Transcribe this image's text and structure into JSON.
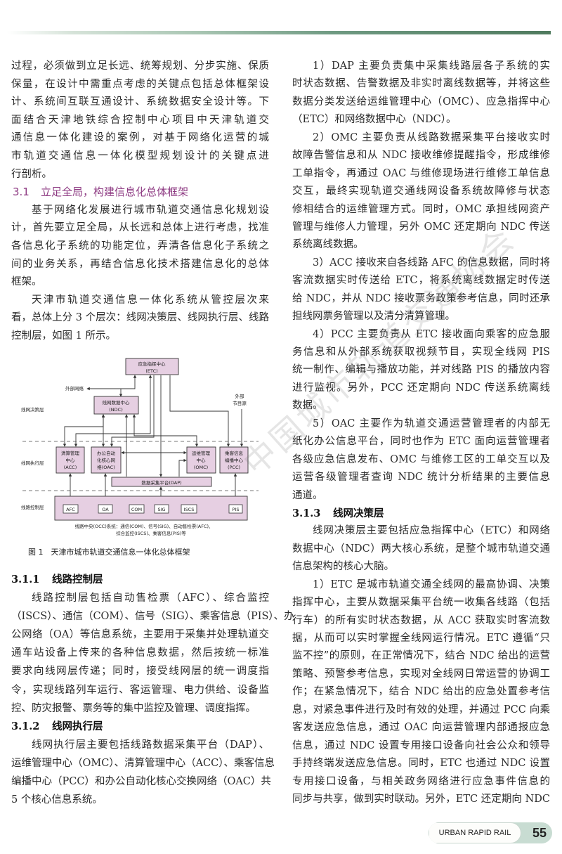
{
  "left_top": [
    {
      "type": "p",
      "indent": false,
      "lines": [
        "过程，必须做到立足长远、统筹规划、分步实施、保质",
        "保量，在设计中需重点考虑的关键点包括总体框架设",
        "计、系统间互联互通设计、系统数据安全设计等。下",
        "面结合天津地铁综合控制中心项目中天津轨道交",
        "通信息一体化建设的案例，对基于网络化运营的城",
        "市轨道交通信息一体化模型规划设计的关键点进",
        "行剖析。"
      ]
    },
    {
      "type": "h2",
      "num": "3.1",
      "title": "立足全局，构建信息化总体框架"
    },
    {
      "type": "p",
      "indent": true,
      "lines": [
        "基于网络化发展进行城市轨道交通信息化规划设",
        "计，首先要立足全局，从长远和总体上进行考虑，找准",
        "各信息化子系统的功能定位，弄清各信息化子系统之",
        "间的业务关系，再结合信息化技术搭建信息化的总体",
        "框架。"
      ]
    },
    {
      "type": "p",
      "indent": true,
      "lines": [
        "天津市轨道交通信息一体化系统从管控层次来",
        "看，总体上分 3 个层次：线网决策层、线网执行层、线路",
        "控制层，如图 1 所示。"
      ]
    }
  ],
  "figure": {
    "caption": "图 1　天津市城市轨道交通信息一体化总体框架",
    "layers": {
      "decision": "线网决策层",
      "execution": "线网执行层",
      "control": "线路控制层"
    },
    "etc": {
      "name": "应急指挥中心",
      "abbr": "(ETC)"
    },
    "ndc": {
      "name": "线网数据中心",
      "abbr": "(NDC)"
    },
    "external_network": "外部网络",
    "external_source": [
      "外部",
      "节目源"
    ],
    "acc": [
      "清算管理",
      "中心",
      "(ACC)"
    ],
    "oac": [
      "办公自动",
      "化核心网",
      "络(OAC)"
    ],
    "omc": [
      "运维管理",
      "中心",
      "(OMC)"
    ],
    "pcc": [
      "乘客信息",
      "编播中心",
      "(PCC)"
    ],
    "dap": "数据采集平台(DAP)",
    "line_systems": [
      "AFC",
      "OA",
      "COM",
      "SIG",
      "ISCS",
      "PIS"
    ],
    "note": [
      "线路中央(OCC)系统：通信(COM)、信号(SIG)、自动售检票(AFC)、",
      "综合监控(ISCS)、乘客信息(PIS)等"
    ]
  },
  "left_bottom": [
    {
      "type": "h3",
      "num": "3.1.1",
      "title": "线路控制层"
    },
    {
      "type": "p",
      "indent": true,
      "lines": [
        "线路控制层包括自动售检票（AFC）、综合监控",
        "（ISCS）、通信（COM）、信号（SIG）、乘客信息（PIS）、办",
        "公网络（OA）等信息系统，主要用于采集并处理轨道交",
        "通车站设备上传来的各种信息数据，然后按统一标准",
        "要求向线网层传递；同时，接受线网层的统一调度指",
        "令，实现线路列车运行、客运管理、电力供给、设备监",
        "控、防灾报警、票务等的集中监控及管理、调度指挥。"
      ]
    },
    {
      "type": "h3",
      "num": "3.1.2",
      "title": "线网执行层"
    },
    {
      "type": "p",
      "indent": true,
      "lines": [
        "线网执行层主要包括线路数据采集平台（DAP）、",
        "运维管理中心（OMC）、清算管理中心（ACC）、乘客信息",
        "编播中心（PCC）和办公自动化核心交换网络（OAC）共",
        "5 个核心信息系统。"
      ]
    }
  ],
  "right_col": [
    {
      "type": "p",
      "indent": true,
      "lines": [
        "1）DAP 主要负责集中采集线路层各子系统的实",
        "时状态数据、告警数据及非实时离线数据等，并将这些",
        "数据分类发送给运维管理中心（OMC）、应急指挥中心",
        "（ETC）和网络数据中心（NDC）。"
      ]
    },
    {
      "type": "p",
      "indent": true,
      "lines": [
        "2）OMC 主要负责从线路数据采集平台接收实时",
        "故障告警信息和从 NDC 接收维修提醒指令，形成维修",
        "工单指令，再通过 OAC 与维修现场进行维修工单信息",
        "交互，最终实现轨道交通线网设备系统故障修与状态",
        "修相结合的运维管理方式。同时，OMC 承担线网资产",
        "管理与维修人力管理，另外 OMC 还定期向 NDC 传送",
        "系统离线数据。"
      ]
    },
    {
      "type": "p",
      "indent": true,
      "lines": [
        "3）ACC 接收来自各线路 AFC 的信息数据，同时将",
        "客流数据实时传送给 ETC，将系统离线数据定时传送",
        "给 NDC，并从 NDC 接收票务政策参考信息，同时还承",
        "担线网票务管理以及清分清算管理。"
      ]
    },
    {
      "type": "p",
      "indent": true,
      "lines": [
        "4）PCC 主要负责从 ETC 接收面向乘客的应急服",
        "务信息和从外部系统获取视频节目，实现全线网 PIS",
        "统一制作、编辑与播放功能，并对线路 PIS 的播放内容",
        "进行监视。另外，PCC 还定期向 NDC 传送系统离线",
        "数据。"
      ]
    },
    {
      "type": "p",
      "indent": true,
      "lines": [
        "5）OAC 主要作为轨道交通运营管理者的内部无",
        "纸化办公信息平台，同时也作为 ETC 面向运营管理者",
        "各级应急信息发布、OMC 与维修工区的工单交互以及",
        "运营各级管理者查询 NDC 统计分析结果的主要信息",
        "通道。"
      ]
    },
    {
      "type": "h3",
      "num": "3.1.3",
      "title": "线网决策层"
    },
    {
      "type": "p",
      "indent": true,
      "lines": [
        "线网决策层主要包括应急指挥中心（ETC）和网络",
        "数据中心（NDC）两大核心系统，是整个城市轨道交通",
        "信息架构的核心大脑。"
      ]
    },
    {
      "type": "p",
      "indent": true,
      "continues": true,
      "lines": [
        "1）ETC 是城市轨道交通全线网的最高协调、决策",
        "指挥中心，主要从数据采集平台统一收集各线路（包括",
        "行车）的所有实时状态数据，从 ACC 获取实时客流数",
        "据，从而可以实时掌握全线网运行情况。ETC 遵循“只",
        "监不控”的原则，在正常情况下，结合 NDC 给出的运营",
        "策略、预警参考信息，实现对全线网日常运营的协调工",
        "作；在紧急情况下，结合 NDC 给出的应急处置参考信",
        "息，对紧急事件进行及时有效的处理，并通过 PCC 向乘",
        "客发送应急信息，通过 OAC 向运营管理内部通报应急",
        "信息，通过 NDC 设置专用接口设备向社会公众和领导",
        "手持终端发送应急信息。同时，ETC 也通过 NDC 设置",
        "专用接口设备，与相关政务网络进行应急事件信息的",
        "同步与共享，做到实时联动。另外，ETC 还定期向 NDC"
      ]
    }
  ],
  "watermark": "中国城市轨道交通协会",
  "footer": {
    "journal": "URBAN RAPID RAIL TRANSIT",
    "page": "55"
  },
  "colors": {
    "heading": "#8e3b83",
    "box_fill": "#e6cfe2",
    "rule": "#4f7a5e"
  }
}
